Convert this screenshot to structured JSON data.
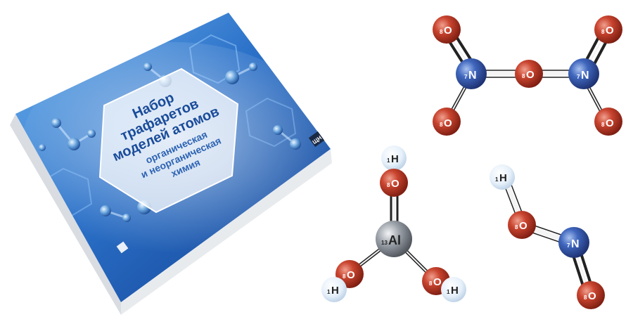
{
  "box": {
    "title_lines": [
      "Набор",
      "трафаретов",
      "моделей атомов"
    ],
    "subtitle_lines": [
      "органическая",
      "и неорганическая",
      "химия"
    ],
    "logo_text": "ЩН"
  },
  "molecules": {
    "n2o5": {
      "atoms": [
        {
          "symbol": "O",
          "sub": "8"
        },
        {
          "symbol": "O",
          "sub": "8"
        },
        {
          "symbol": "N",
          "sub": "7"
        },
        {
          "symbol": "O",
          "sub": "8"
        },
        {
          "symbol": "N",
          "sub": "7"
        },
        {
          "symbol": "O",
          "sub": "8"
        },
        {
          "symbol": "O",
          "sub": "8"
        }
      ]
    },
    "aloh3": {
      "atoms": [
        {
          "symbol": "H",
          "sub": "1"
        },
        {
          "symbol": "O",
          "sub": "8"
        },
        {
          "symbol": "Al",
          "sub": "13"
        },
        {
          "symbol": "O",
          "sub": "8"
        },
        {
          "symbol": "H",
          "sub": "1"
        },
        {
          "symbol": "O",
          "sub": "8"
        },
        {
          "symbol": "H",
          "sub": "1"
        }
      ]
    },
    "hno2": {
      "atoms": [
        {
          "symbol": "H",
          "sub": "1"
        },
        {
          "symbol": "O",
          "sub": "8"
        },
        {
          "symbol": "N",
          "sub": "7"
        },
        {
          "symbol": "O",
          "sub": "8"
        }
      ]
    }
  },
  "colors": {
    "oxygen": "#c0392b",
    "nitrogen": "#3b5fb0",
    "aluminium": "#8a8f96",
    "hydrogen": "#eaf2fb",
    "box_blue": "#1f5fb8"
  }
}
